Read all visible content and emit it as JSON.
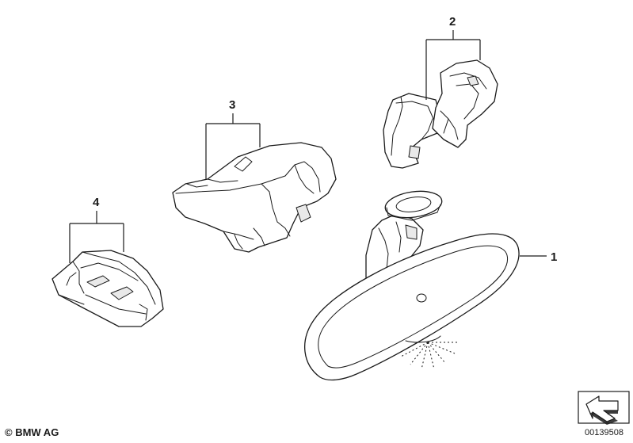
{
  "callouts": {
    "part1": "1",
    "part2": "2",
    "part3": "3",
    "part4": "4"
  },
  "footer": {
    "copyright": "© BMW AG",
    "doc_number": "00139508"
  },
  "icons": {
    "nav_arrow": "arrow-icon"
  }
}
